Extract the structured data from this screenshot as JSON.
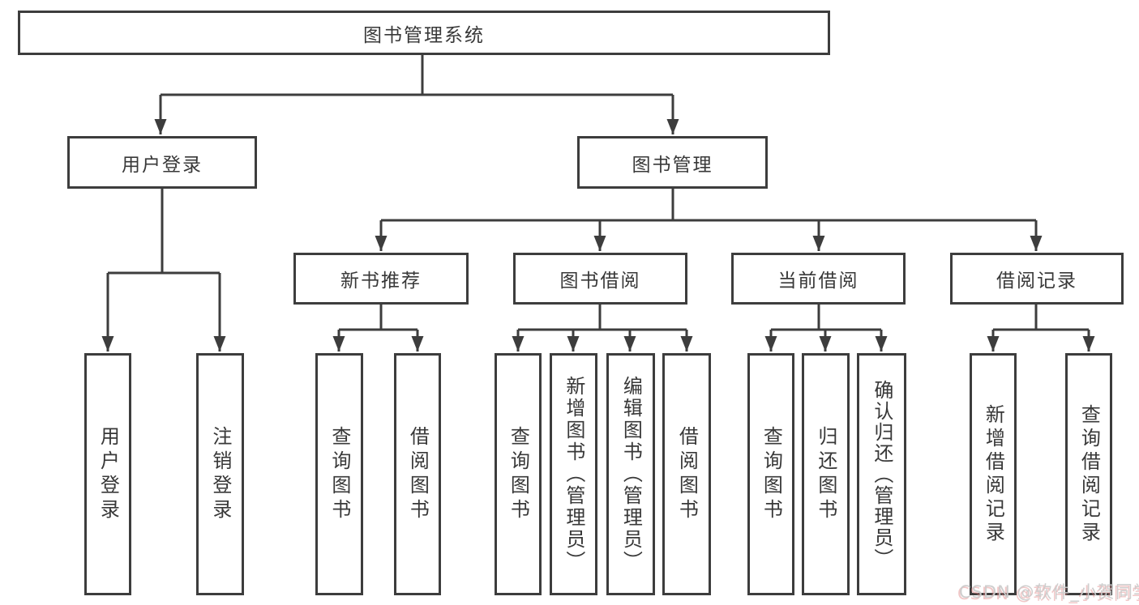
{
  "colors": {
    "background": "#ffffff",
    "line": "#3d3d3d",
    "box_border": "#3d3d3d",
    "text": "#383838",
    "watermark_text": "#cbcbcb",
    "watermark_shadow": "#df8282"
  },
  "diagram": {
    "root": {
      "label": "图书管理系统"
    },
    "level2": {
      "user_login": {
        "label": "用户登录"
      },
      "book_management": {
        "label": "图书管理"
      }
    },
    "level3": {
      "new_book_recommend": {
        "label": "新书推荐"
      },
      "book_borrow": {
        "label": "图书借阅"
      },
      "current_borrow": {
        "label": "当前借阅"
      },
      "borrow_records": {
        "label": "借阅记录"
      }
    },
    "leaves": {
      "login": {
        "label": "用户登录"
      },
      "logout": {
        "label": "注销登录"
      },
      "recommend_query_books": {
        "label": "查询图书"
      },
      "recommend_borrow_books": {
        "label": "借阅图书"
      },
      "borrow_query_books": {
        "label": "查询图书"
      },
      "borrow_add_books": {
        "label": "新增图书（管理员）"
      },
      "borrow_edit_books": {
        "label": "编辑图书（管理员）"
      },
      "borrow_borrow_books": {
        "label": "借阅图书"
      },
      "current_query_books": {
        "label": "查询图书"
      },
      "current_return_books": {
        "label": "归还图书"
      },
      "current_confirm_return": {
        "label": "确认归还（管理员）"
      },
      "records_add_record": {
        "label": "新增借阅记录"
      },
      "records_query_record": {
        "label": "查询借阅记录"
      }
    }
  },
  "watermark": {
    "text": "CSDN @软件_小贺同学"
  }
}
